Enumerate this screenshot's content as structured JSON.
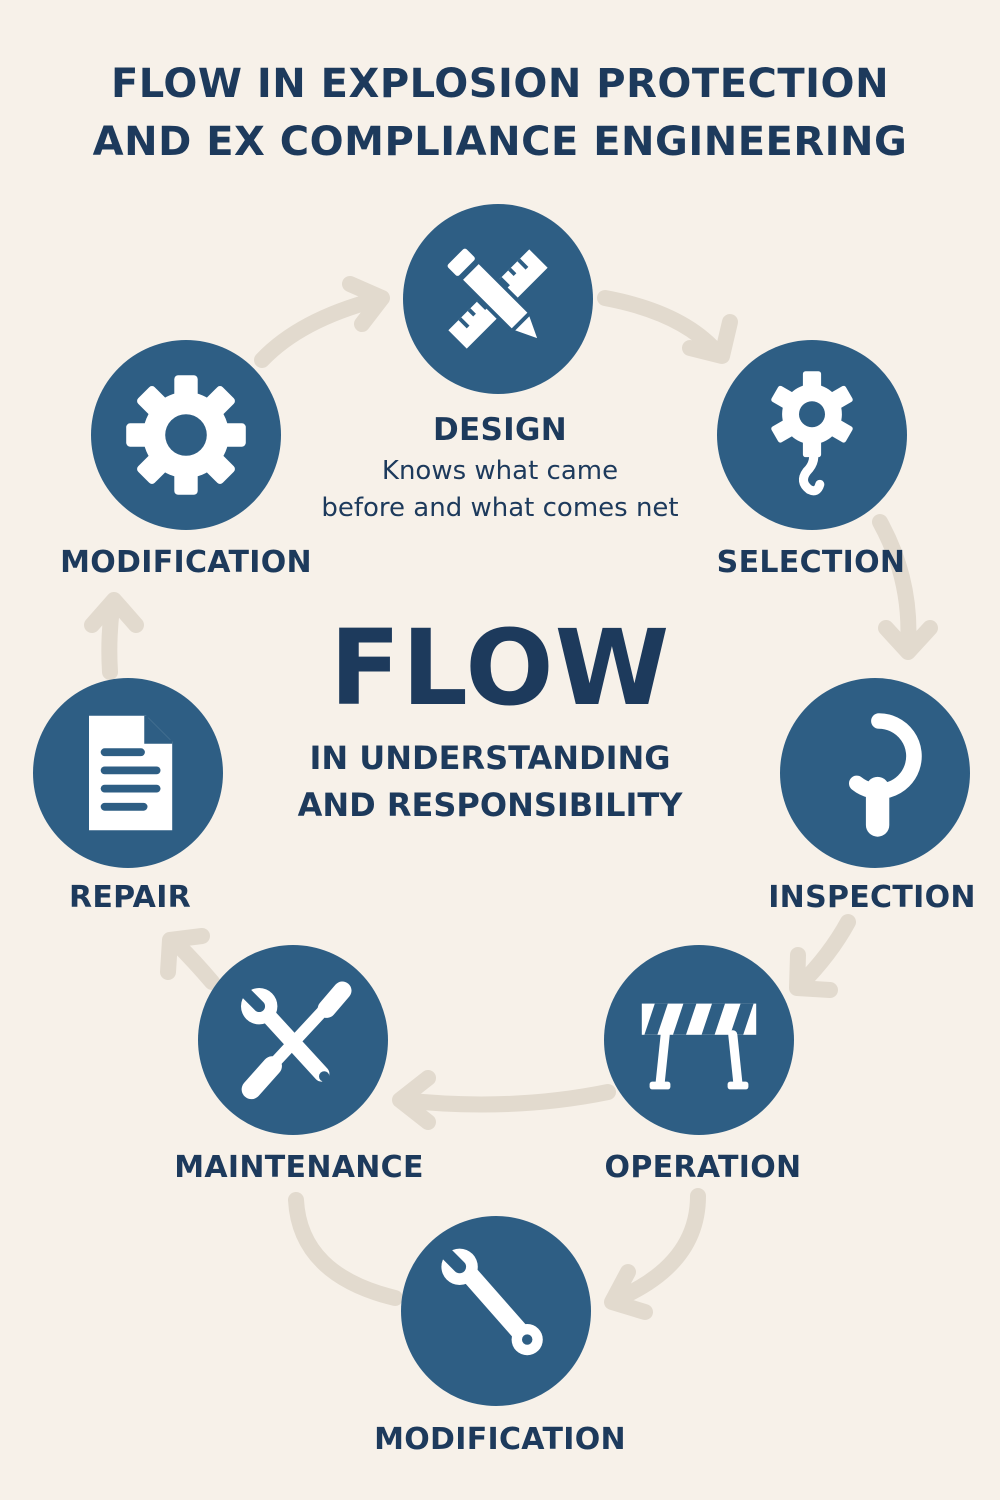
{
  "title": {
    "line1": "FLOW IN EXPLOSION PROTECTION",
    "line2": "AND EX COMPLIANCE ENGINEERING"
  },
  "center": {
    "headline": "FLOW",
    "sub_line1": "IN UNDERSTANDING",
    "sub_line2": "AND RESPONSIBILITY"
  },
  "design_note": {
    "line1": "Knows what came",
    "line2": "before and what comes net"
  },
  "nodes": [
    {
      "label": "DESIGN",
      "icon": "pencil-ruler-icon"
    },
    {
      "label": "SELECTION",
      "icon": "gear-hook-icon"
    },
    {
      "label": "INSPECTION",
      "icon": "magnifier-icon"
    },
    {
      "label": "OPERATION",
      "icon": "barrier-icon"
    },
    {
      "label": "MODIFICATION",
      "icon": "wrench-icon"
    },
    {
      "label": "MAINTENANCE",
      "icon": "wrench-screwdriver-icon"
    },
    {
      "label": "REPAIR",
      "icon": "document-icon"
    },
    {
      "label": "MODIFICATION",
      "icon": "gear-icon"
    }
  ],
  "colors": {
    "background": "#f7f1e9",
    "node_fill": "#2e5e84",
    "text": "#1d3a5c",
    "arrow": "#e2dace"
  }
}
